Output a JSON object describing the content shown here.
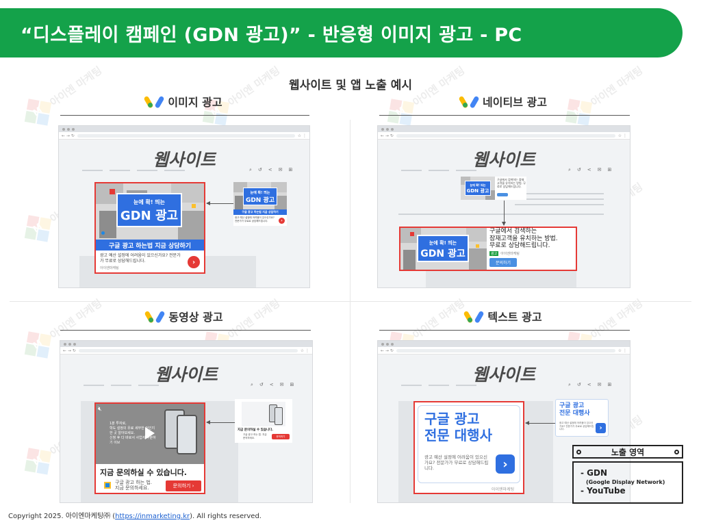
{
  "header": {
    "title": "“디스플레이 캠페인 (GDN 광고)” - 반응형 이미지 광고 - PC"
  },
  "subtitle": "웹사이트 및 앱 노출 예시",
  "watermark": {
    "logo_letter": "M",
    "text": "아이엔 마케팅"
  },
  "colors": {
    "brand_green": "#14a24a",
    "ad_blue": "#2f6fe0",
    "highlight_red": "#e53935"
  },
  "sections": {
    "image": {
      "title": "이미지 광고",
      "site_label": "웹사이트",
      "big_ad": {
        "card_small": "눈에 확! 띄는",
        "card_big": "GDN 광고",
        "strip": "구글 광고 하는법 지금 상담하기",
        "body": "광고 예산 설정에 어려움이 있으신가요? 전문가가 무료로 상담해드립니다.",
        "advertiser": "아이엔마케팅"
      },
      "small_ad": {
        "card_small": "눈에 확! 띄는",
        "card_big": "GDN 광고",
        "strip": "구글 광고 하는법 지금 상담하기",
        "body": "광고 예산 설정에 어려움이 있으신가요? 전문가가 무료로 상담해드립니다."
      }
    },
    "native": {
      "title": "네이티브 광고",
      "site_label": "웹사이트",
      "small_ad": {
        "card_small": "눈에 확! 띄는",
        "card_big": "GDN 광고",
        "body": "구글에서 검색하는 잠재고객을 유치하는 방법. 무료로 상담해드립니다."
      },
      "big_ad": {
        "card_small": "눈에 확! 띄는",
        "card_big": "GDN 광고",
        "body_line1": "구글에서 검색하는",
        "body_line2": "잠재고객을 유치하는 방법.",
        "body_line3": "무료로 상담해드립니다.",
        "ad_badge": "광고",
        "advertiser": "아이엔마케팅",
        "button": "문의하기"
      }
    },
    "video": {
      "title": "동영상 광고",
      "site_label": "웹사이트",
      "big_ad": {
        "overlay_line1": "1분 투자로,",
        "overlay_line2": "학도 설정의 유료 세부한 어인지 한 곳 알아보세요.",
        "overlay_line3": "신청 후 다 바로서 사업자 부분하기 이브",
        "headline": "지금 문의하실 수 있습니다.",
        "sub1": "구글 광고 하는 법.",
        "sub2": "지금 문의하세요.",
        "button": "문의하기"
      },
      "small_ad": {
        "headline": "지금 문의하실 수 있습니다.",
        "sub": "구글 광고 하는 법. 지금 문의하세요.",
        "button": "문의하기"
      }
    },
    "text": {
      "title": "텍스트 광고",
      "site_label": "웹사이트",
      "big_ad": {
        "headline1": "구글 광고",
        "headline2": "전문 대행사",
        "body": "광고 예산 설정에 어려움이 있으신가요? 전문가가 무료로 상담해드립니다.",
        "advertiser": "아이엔마케팅"
      },
      "small_ad": {
        "headline1": "구글 광고",
        "headline2": "전문 대행사",
        "body": "광고 예산 설정에 어려움이 있으신가요? 전문가가 무료로 상담해드립니다."
      }
    }
  },
  "legend": {
    "label": "노출 영역",
    "networks": [
      "- GDN",
      "(Google Display Network)",
      "- YouTube"
    ]
  },
  "footer": {
    "prefix": "Copyright 2025. 아이엔마케팅㈜ (",
    "link": "https://inmarketing.kr",
    "suffix": "). All rights reserved."
  }
}
